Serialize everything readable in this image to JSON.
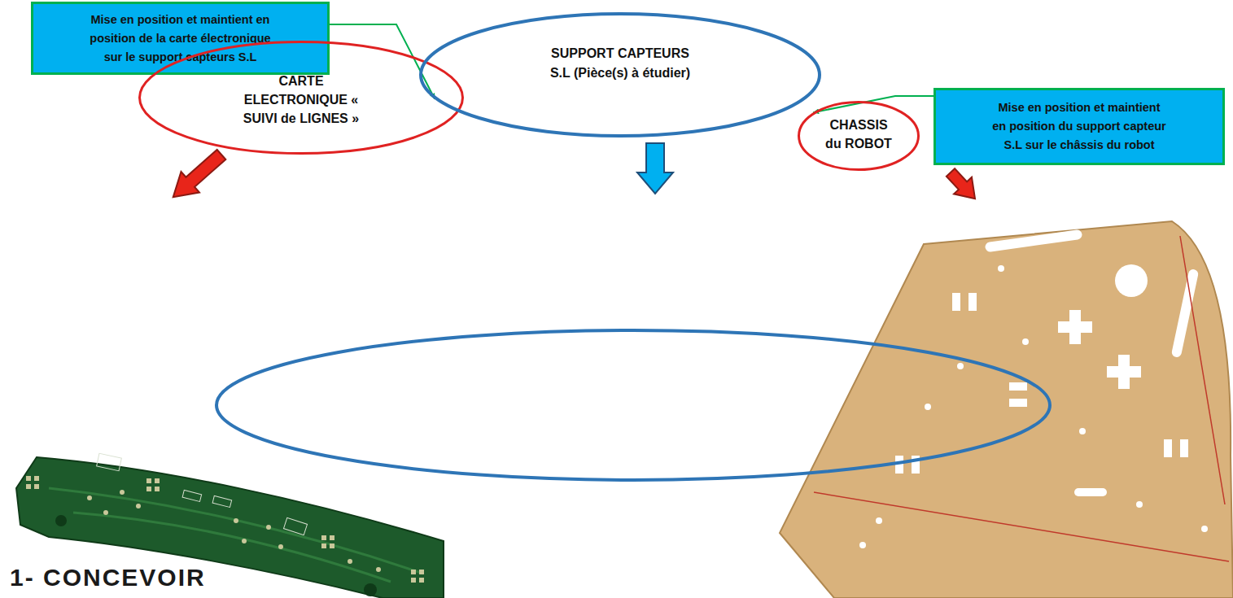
{
  "diagram": {
    "nodes": [
      {
        "text": [
          "Mise en position et maintient en position de la carte électronique sur le support capteurs S.L"
        ]
      },
      {
        "text": [
          "CARTE ELECTRONIQUE « SUIVI de LIGNES »"
        ]
      },
      {
        "text": [
          "SUPPORT CAPTEURS S.L (Pièce(s) à étudier)"
        ]
      },
      {
        "text": [
          "Mise en position et maintient en position du support capteur S.L sur le châssis du robot"
        ]
      },
      {
        "text": [
          "CHASSIS du ROBOT"
        ]
      }
    ],
    "edges": [
      {
        "from": 0,
        "to": 2,
        "arrow": "to"
      },
      {
        "from": 3,
        "to": 4,
        "arrow": "to"
      }
    ],
    "labels": [
      "1- CONCEVOIR"
    ]
  }
}
